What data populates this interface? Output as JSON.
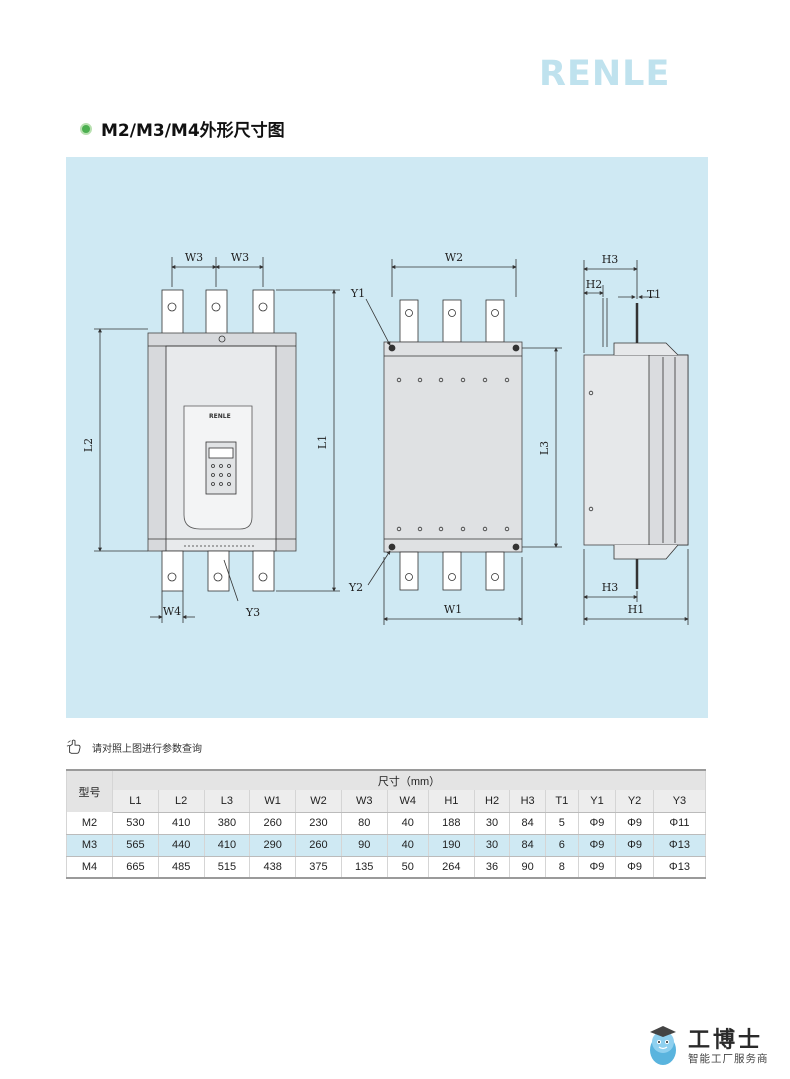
{
  "brand": "RENLE",
  "heading": "M2/M3/M4外形尺寸图",
  "drawing": {
    "front_labels": [
      "W3",
      "W3",
      "L2",
      "L1",
      "W4",
      "Y3"
    ],
    "mid_labels": [
      "W2",
      "Y1",
      "L3",
      "Y2",
      "W1"
    ],
    "side_labels": [
      "H3",
      "H2",
      "T1",
      "H3",
      "H1"
    ],
    "panel_brand": "RENLE"
  },
  "note": "请对照上图进行参数查询",
  "table": {
    "model_header": "型号",
    "group_header": "尺寸（mm）",
    "columns": [
      "L1",
      "L2",
      "L3",
      "W1",
      "W2",
      "W3",
      "W4",
      "H1",
      "H2",
      "H3",
      "T1",
      "Y1",
      "Y2",
      "Y3"
    ],
    "rows": [
      [
        "M2",
        "530",
        "410",
        "380",
        "260",
        "230",
        "80",
        "40",
        "188",
        "30",
        "84",
        "5",
        "Φ9",
        "Φ9",
        "Φ11"
      ],
      [
        "M3",
        "565",
        "440",
        "410",
        "290",
        "260",
        "90",
        "40",
        "190",
        "30",
        "84",
        "6",
        "Φ9",
        "Φ9",
        "Φ13"
      ],
      [
        "M4",
        "665",
        "485",
        "515",
        "438",
        "375",
        "135",
        "50",
        "264",
        "36",
        "90",
        "8",
        "Φ9",
        "Φ9",
        "Φ13"
      ]
    ]
  },
  "footer": {
    "name": "工博士",
    "sub": "智能工厂服务商"
  }
}
